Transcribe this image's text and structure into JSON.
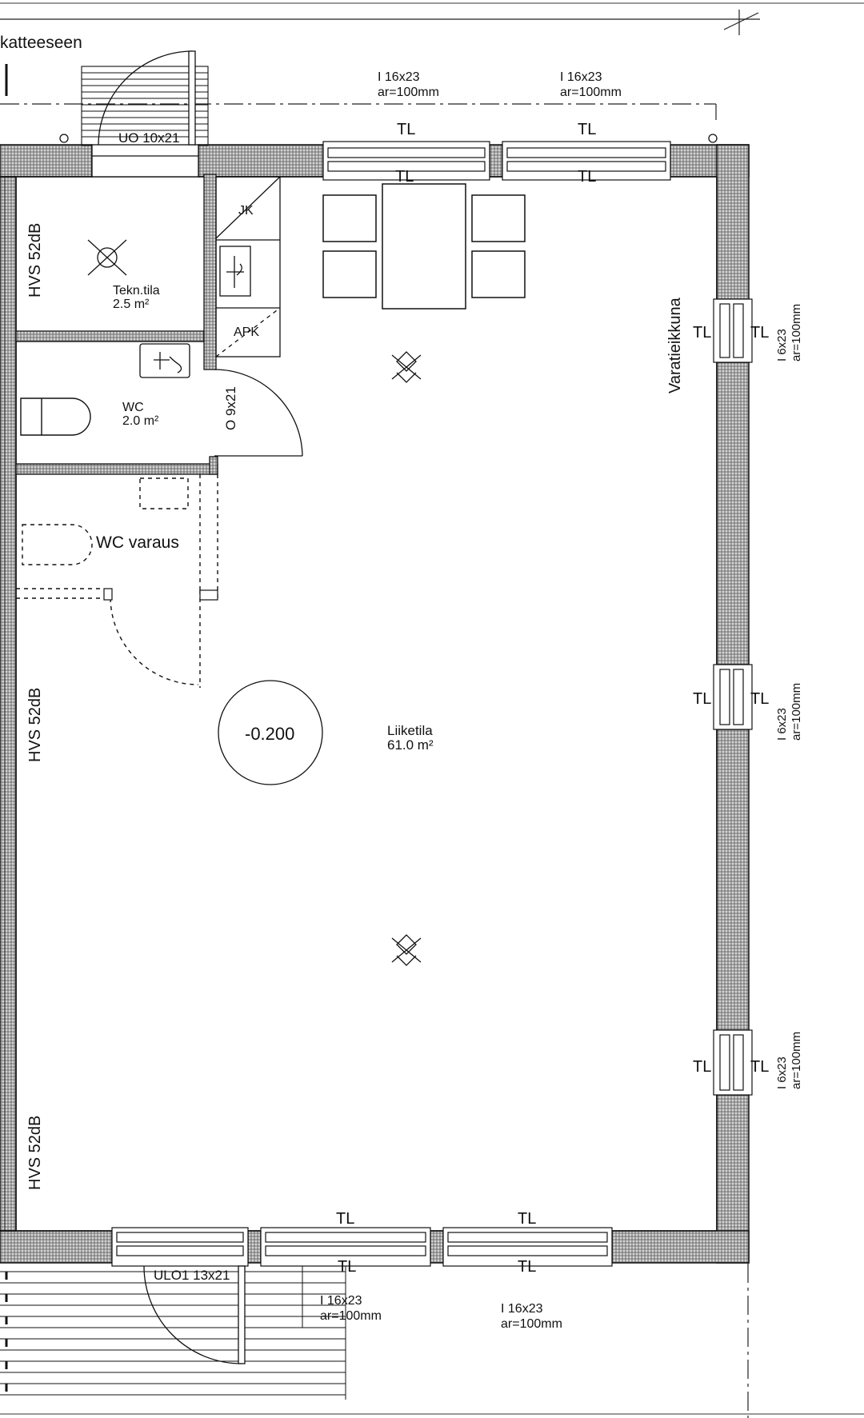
{
  "colors": {
    "line": "#111111",
    "wall_fill": "#cfcfcf",
    "background": "#ffffff"
  },
  "labels": {
    "top_left_cut": "katteeseen",
    "door_main_top": "UO 10x21",
    "door_bottom": "ULO1 13x21",
    "door_wc": "O 9x21",
    "wall_left_top": "HVS 52dB",
    "wall_left_mid": "HVS 52dB",
    "wall_left_bot": "HVS 52dB",
    "tekn_name": "Tekn.tila",
    "tekn_area": "2.5 m²",
    "wc_name": "WC",
    "wc_area": "2.0 m²",
    "wc_varaus": "WC varaus",
    "jk": "JK",
    "apk": "APK",
    "level": "-0.200",
    "liike_name": "Liiketila",
    "liike_area": "61.0 m²",
    "varatie": "Varatieikkuna"
  },
  "windows_top": [
    {
      "size": "I 16x23",
      "ar": "ar=100mm",
      "tl_out": "TL",
      "tl_in": "TL"
    },
    {
      "size": "I 16x23",
      "ar": "ar=100mm",
      "tl_out": "TL",
      "tl_in": "TL"
    }
  ],
  "windows_right": [
    {
      "size": "I 6x23",
      "ar": "ar=100mm",
      "tl_in": "TL",
      "tl_out": "TL"
    },
    {
      "size": "I 6x23",
      "ar": "ar=100mm",
      "tl_in": "TL",
      "tl_out": "TL"
    },
    {
      "size": "I 6x23",
      "ar": "ar=100mm",
      "tl_in": "TL",
      "tl_out": "TL"
    }
  ],
  "windows_bottom": [
    {
      "size": "I 16x23",
      "ar": "ar=100mm",
      "tl_out": "TL",
      "tl_in": "TL"
    },
    {
      "size": "I 16x23",
      "ar": "ar=100mm",
      "tl_out": "TL",
      "tl_in": "TL"
    }
  ]
}
